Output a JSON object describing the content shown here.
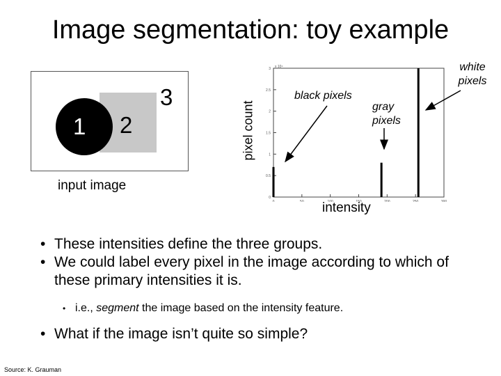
{
  "title": "Image segmentation: toy example",
  "input_image": {
    "caption": "input image",
    "region_labels": [
      "1",
      "2",
      "3"
    ],
    "colors": {
      "region1": "#000000",
      "region2": "#c8c8c8",
      "region3": "#ffffff"
    }
  },
  "histogram": {
    "ylabel": "pixel count",
    "xlabel": "intensity",
    "annotations": {
      "black": "black pixels",
      "gray": "gray pixels",
      "white": "white pixels"
    }
  },
  "chart_data": {
    "type": "bar",
    "title": "",
    "xlabel": "intensity",
    "ylabel": "pixel count",
    "xlim": [
      0,
      300
    ],
    "ylim": [
      0,
      3
    ],
    "x_ticks": [
      0,
      50,
      100,
      150,
      200,
      250,
      300
    ],
    "y_ticks": [
      0,
      0.5,
      1,
      1.5,
      2,
      2.5,
      3
    ],
    "y_exponent_label": "x 10⁴",
    "bars": [
      {
        "x": 0,
        "y": 0.7
      },
      {
        "x": 190,
        "y": 0.8
      },
      {
        "x": 255,
        "y": 3.0
      }
    ]
  },
  "bullets": [
    "These intensities define the three groups.",
    "We could label every pixel in the image according to which of these primary intensities it is."
  ],
  "sub_bullet": {
    "prefix": "i.e., ",
    "emphasis": "segment",
    "suffix": " the image based on the intensity feature."
  },
  "bullets_after": [
    "What if the image isn’t quite so simple?"
  ],
  "source": "Source: K. Grauman"
}
